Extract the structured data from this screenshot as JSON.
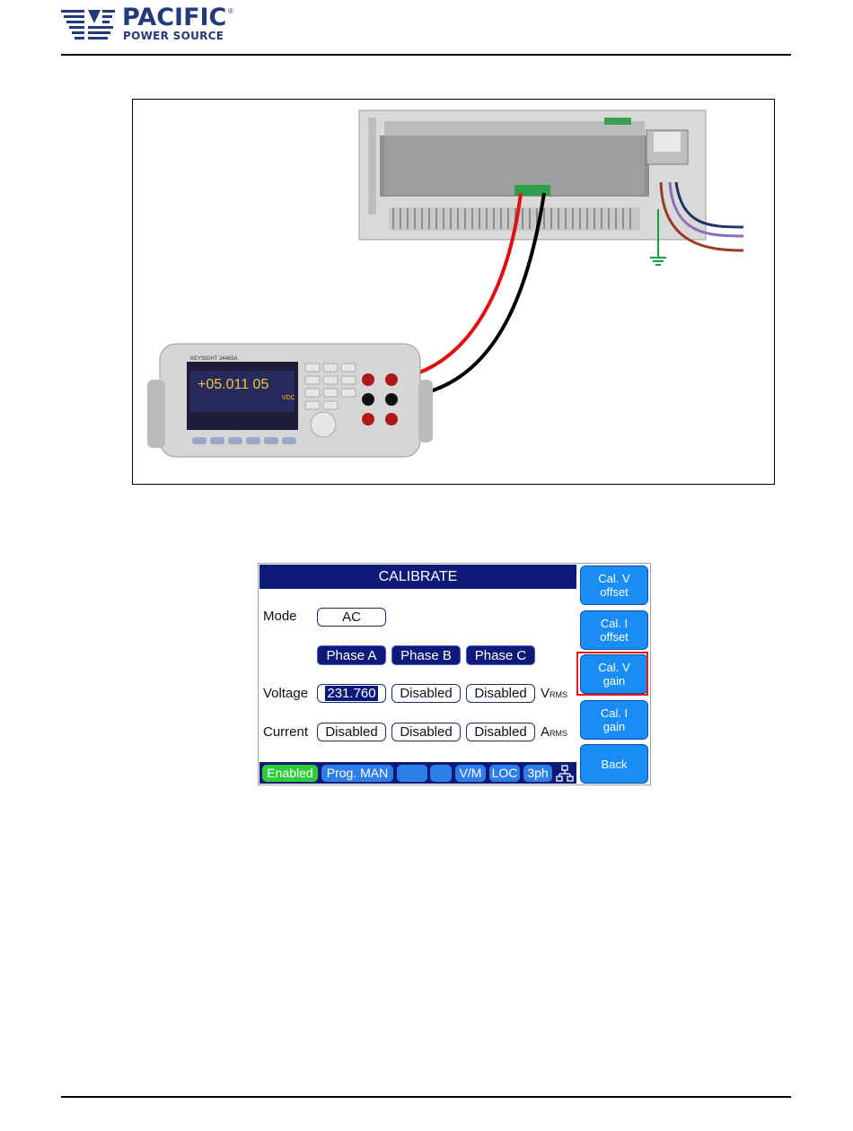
{
  "header": {
    "brand_name": "PACIFIC",
    "brand_registered": "®",
    "brand_subtitle": "POWER SOURCE"
  },
  "figure": {
    "multimeter_brand": "KEYSIGHT",
    "multimeter_model": "34465A",
    "multimeter_reading": "+05.011 05",
    "multimeter_unit": "VDC"
  },
  "calibrate": {
    "title": "CALIBRATE",
    "mode_label": "Mode",
    "mode_value": "AC",
    "phases": [
      "Phase A",
      "Phase B",
      "Phase C"
    ],
    "voltage_label": "Voltage",
    "voltage_values": [
      "231.760",
      "Disabled",
      "Disabled"
    ],
    "voltage_unit_main": "V",
    "voltage_unit_sub": "RMS",
    "current_label": "Current",
    "current_values": [
      "Disabled",
      "Disabled",
      "Disabled"
    ],
    "current_unit_main": "A",
    "current_unit_sub": "RMS",
    "side_buttons": [
      {
        "line1": "Cal. V",
        "line2": "offset"
      },
      {
        "line1": "Cal. I",
        "line2": "offset"
      },
      {
        "line1": "Cal. V",
        "line2": "gain"
      },
      {
        "line1": "Cal. I",
        "line2": "gain"
      },
      {
        "line1": "Back",
        "line2": ""
      }
    ],
    "status_bar": {
      "enabled": "Enabled",
      "prog": "Prog. MAN",
      "vm": "V/M",
      "loc": "LOC",
      "phase": "3ph",
      "icon": "network-icon"
    },
    "colors": {
      "title_bg": "#0d1a78",
      "side_button": "#1a8cf6",
      "enabled_chip": "#2ecc3a",
      "highlight": "#e01b1b"
    }
  }
}
